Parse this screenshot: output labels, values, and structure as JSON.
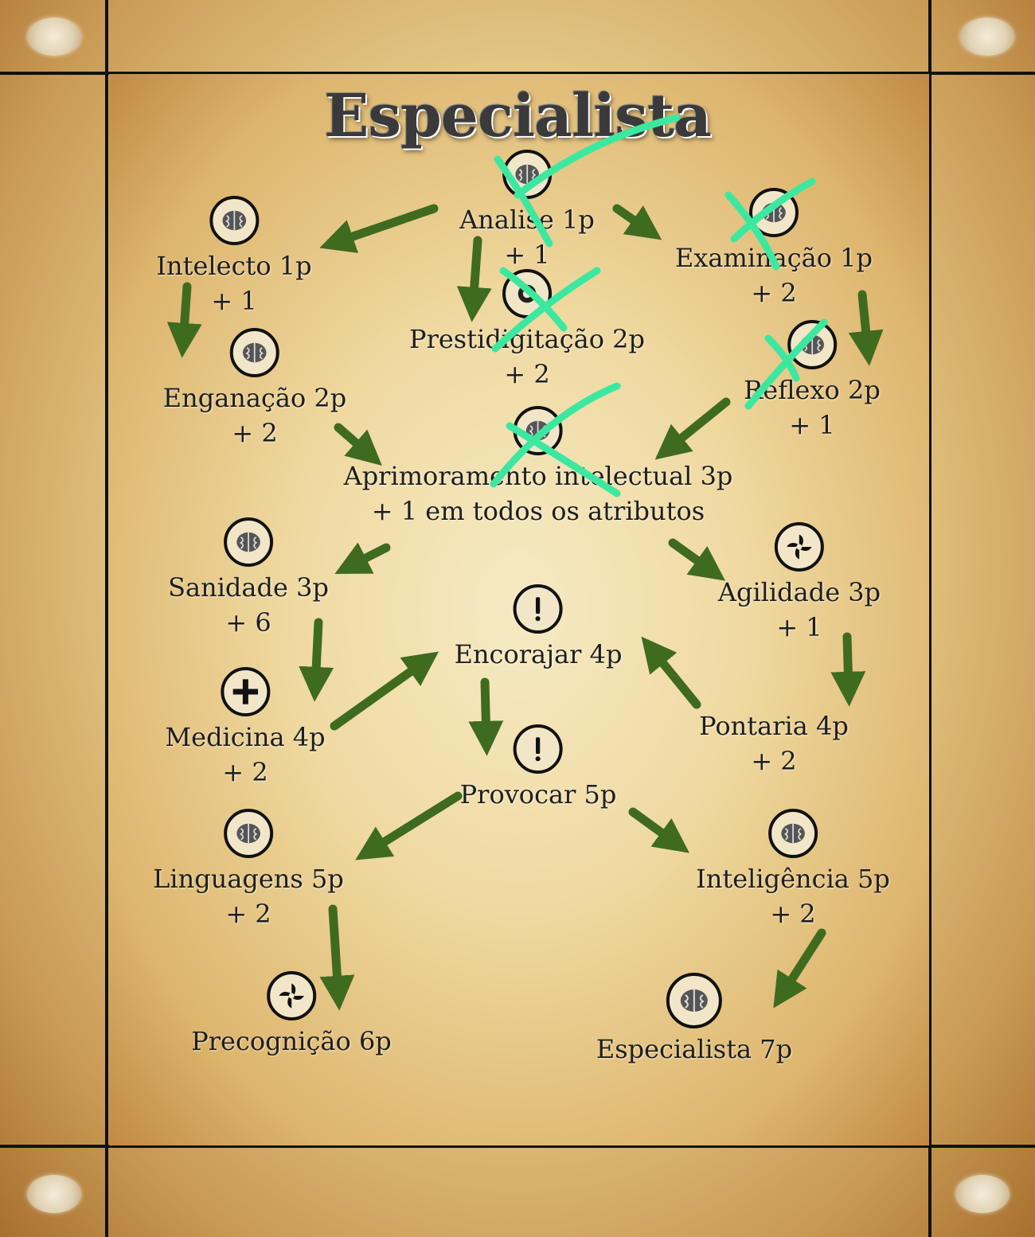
{
  "title": "Especialista",
  "colors": {
    "arrow": "#3f6b1f",
    "scratch": "#3ce8a0"
  },
  "skills": [
    {
      "id": "analise",
      "name": "Analise 1p",
      "bonus": "+ 1",
      "icon": "brain-icon"
    },
    {
      "id": "intelecto",
      "name": "Intelecto 1p",
      "bonus": "+ 1",
      "icon": "brain-icon"
    },
    {
      "id": "examinacao",
      "name": "Examinação 1p",
      "bonus": "+ 2",
      "icon": "brain-icon"
    },
    {
      "id": "prestidigitacao",
      "name": "Prestidigitação 2p",
      "bonus": "+ 2",
      "icon": "target-icon"
    },
    {
      "id": "enganacao",
      "name": "Enganação 2p",
      "bonus": "+ 2",
      "icon": "brain-icon"
    },
    {
      "id": "reflexo",
      "name": "Reflexo 2p",
      "bonus": "+ 1",
      "icon": "brain-icon"
    },
    {
      "id": "aprimoramento",
      "name": "Aprimoramento intelectual 3p",
      "bonus": "+ 1 em todos os atributos",
      "icon": "brain-icon"
    },
    {
      "id": "sanidade",
      "name": "Sanidade 3p",
      "bonus": "+ 6",
      "icon": "brain-icon"
    },
    {
      "id": "agilidade",
      "name": "Agilidade 3p",
      "bonus": "+ 1",
      "icon": "shuriken-icon"
    },
    {
      "id": "encorajar",
      "name": "Encorajar 4p",
      "bonus": "",
      "icon": "exclamation-icon"
    },
    {
      "id": "medicina",
      "name": "Medicina 4p",
      "bonus": "+ 2",
      "icon": "plus-icon"
    },
    {
      "id": "pontaria",
      "name": "Pontaria 4p",
      "bonus": "+ 2",
      "icon": ""
    },
    {
      "id": "provocar",
      "name": "Provocar 5p",
      "bonus": "",
      "icon": "exclamation-icon"
    },
    {
      "id": "linguagens",
      "name": "Linguagens 5p",
      "bonus": "+ 2",
      "icon": "brain-icon"
    },
    {
      "id": "inteligencia",
      "name": "Inteligência 5p",
      "bonus": "+ 2",
      "icon": "brain-icon"
    },
    {
      "id": "precognicao",
      "name": "Precognição 6p",
      "bonus": "",
      "icon": "shuriken-icon"
    },
    {
      "id": "especialista",
      "name": "Especialista 7p",
      "bonus": "",
      "icon": "brain-icon"
    }
  ]
}
